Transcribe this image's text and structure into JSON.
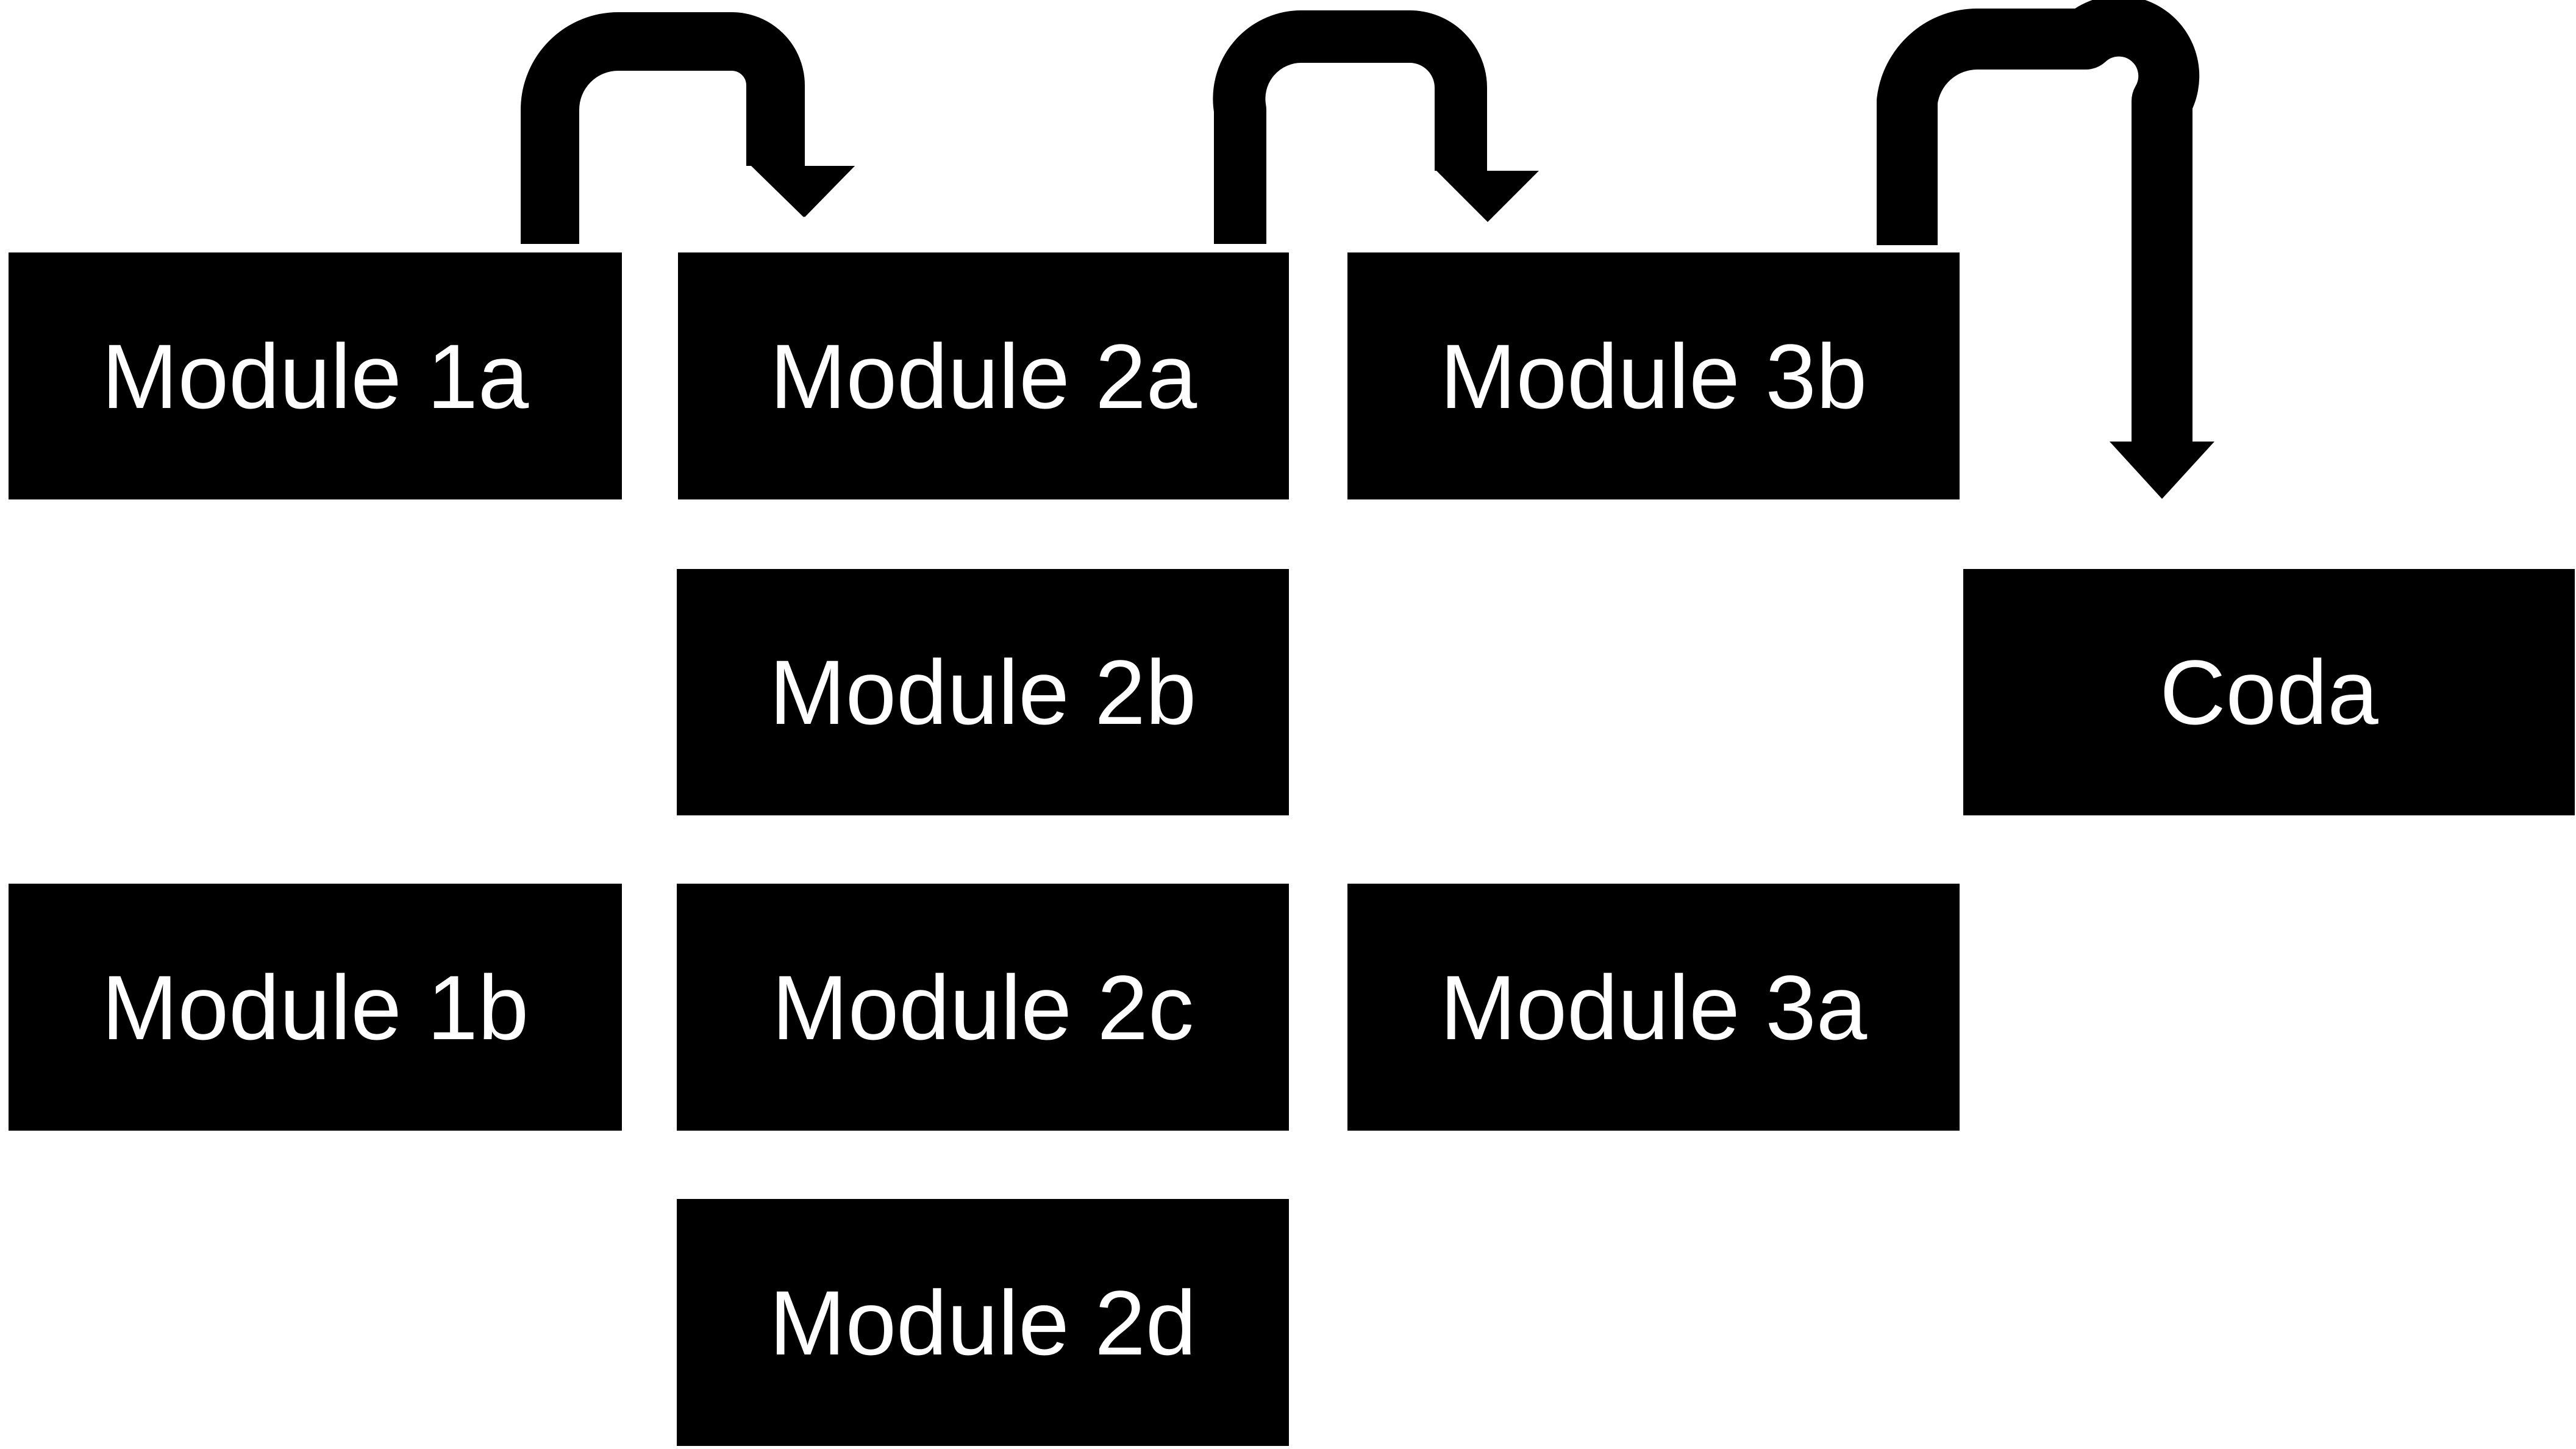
{
  "modules": {
    "m1a": "Module 1a",
    "m1b": "Module 1b",
    "m2a": "Module 2a",
    "m2b": "Module 2b",
    "m2c": "Module 2c",
    "m2d": "Module 2d",
    "m3a": "Module 3a",
    "m3b": "Module 3b",
    "coda": "Coda"
  },
  "colors": {
    "box_fill": "#000000",
    "box_text": "#ffffff",
    "arrow": "#000000",
    "background": "#ffffff"
  },
  "connections": [
    {
      "from": "Module 1a",
      "to": "Module 2a"
    },
    {
      "from": "Module 2a",
      "to": "Module 3b"
    },
    {
      "from": "Module 3b",
      "to": "Coda"
    }
  ]
}
